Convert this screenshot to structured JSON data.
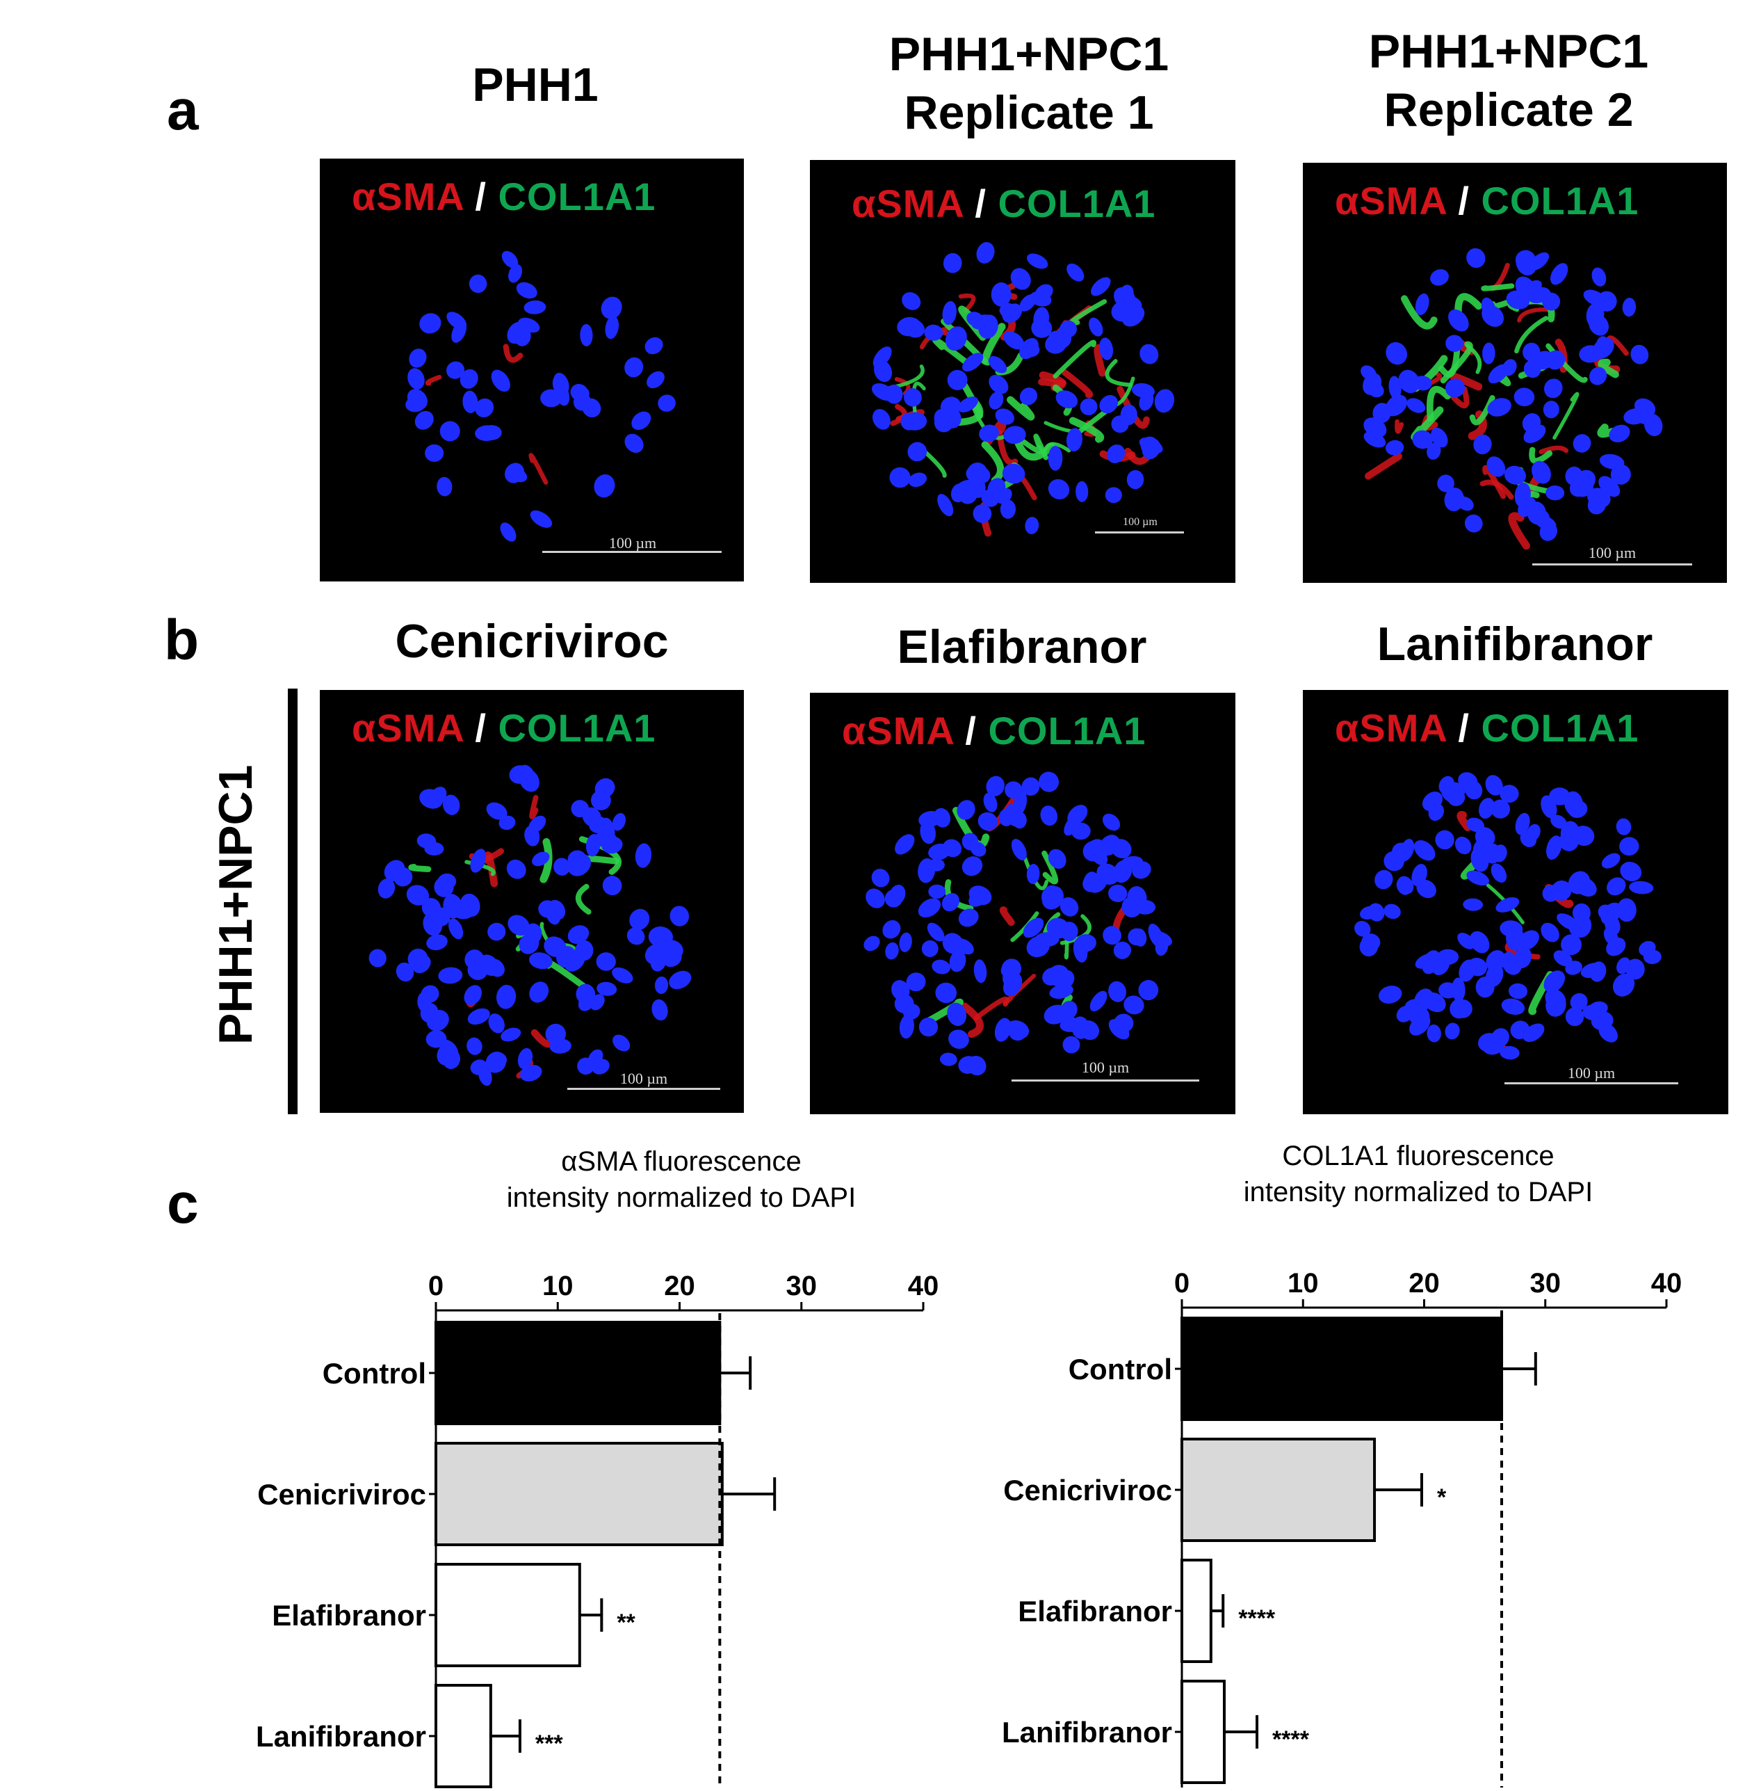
{
  "panel_labels": {
    "a": "a",
    "b": "b",
    "c": "c"
  },
  "row_a": {
    "titles": [
      {
        "line1": "PHH1",
        "line2": ""
      },
      {
        "line1": "PHH1+NPC1",
        "line2": "Replicate 1"
      },
      {
        "line1": "PHH1+NPC1",
        "line2": "Replicate 2"
      }
    ]
  },
  "row_b": {
    "titles": [
      "Cenicriviroc",
      "Elafibranor",
      "Lanifibranor"
    ],
    "side_label": "PHH1+NPC1"
  },
  "stain": {
    "red": "αSMA",
    "sep": " / ",
    "green": "COL1A1"
  },
  "scale_bar": "100 µm",
  "colors": {
    "red": "#d5141b",
    "green": "#0fa651",
    "nuclei": "#1f2cff",
    "control": "#000000",
    "cenicriviroc": "#d9d9d9",
    "other": "#ffffff"
  },
  "chart_data": [
    {
      "type": "bar",
      "orientation": "horizontal",
      "title_line1": "αSMA fluorescence",
      "title_line2": "intensity normalized to DAPI",
      "categories": [
        "Control",
        "Cenicriviroc",
        "Elafibranor",
        "Lanifibranor"
      ],
      "values": [
        23.3,
        23.5,
        11.8,
        4.5
      ],
      "errors": [
        2.5,
        4.3,
        1.8,
        2.4
      ],
      "significance": [
        "",
        "",
        "**",
        "***"
      ],
      "xlim": [
        0,
        40
      ],
      "ticks": [
        0,
        10,
        20,
        30,
        40
      ],
      "reference_line": 23.3
    },
    {
      "type": "bar",
      "orientation": "horizontal",
      "title_line1": "COL1A1 fluorescence",
      "title_line2": "intensity normalized to DAPI",
      "categories": [
        "Control",
        "Cenicriviroc",
        "Elafibranor",
        "Lanifibranor"
      ],
      "values": [
        26.4,
        15.9,
        2.4,
        3.5
      ],
      "errors": [
        2.8,
        3.9,
        1.0,
        2.7
      ],
      "significance": [
        "",
        "*",
        "****",
        "****"
      ],
      "xlim": [
        0,
        40
      ],
      "ticks": [
        0,
        10,
        20,
        30,
        40
      ],
      "reference_line": 26.4
    }
  ]
}
